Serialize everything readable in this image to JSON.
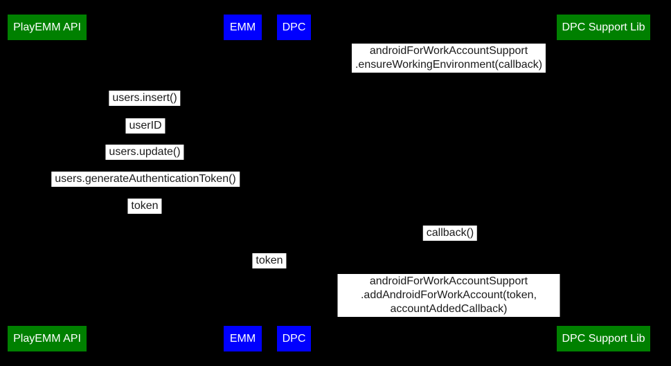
{
  "colors": {
    "background": "#000000",
    "actor_green": "#008000",
    "actor_blue": "#0000ff",
    "actor_text": "#ffffff",
    "label_background": "#ffffff",
    "label_text": "#1a1a1a"
  },
  "actors": {
    "playemm": {
      "label": "PlayEMM API"
    },
    "emm": {
      "label": "EMM"
    },
    "dpc": {
      "label": "DPC"
    },
    "dpclib": {
      "label": "DPC Support Lib"
    }
  },
  "messages": [
    {
      "between": [
        "DPC",
        "DPC Support Lib"
      ],
      "text": "androidForWorkAccountSupport\n.ensureWorkingEnvironment(callback)"
    },
    {
      "between": [
        "PlayEMM API",
        "EMM"
      ],
      "text": "users.insert()"
    },
    {
      "between": [
        "PlayEMM API",
        "EMM"
      ],
      "text": "userID"
    },
    {
      "between": [
        "PlayEMM API",
        "EMM"
      ],
      "text": "users.update()"
    },
    {
      "between": [
        "PlayEMM API",
        "EMM"
      ],
      "text": "users.generateAuthenticationToken()"
    },
    {
      "between": [
        "PlayEMM API",
        "EMM"
      ],
      "text": "token"
    },
    {
      "between": [
        "DPC",
        "DPC Support Lib"
      ],
      "text": "callback()"
    },
    {
      "between": [
        "EMM",
        "DPC"
      ],
      "text": "token"
    },
    {
      "between": [
        "DPC",
        "DPC Support Lib"
      ],
      "text": "androidForWorkAccountSupport\n.addAndroidForWorkAccount(token, accountAddedCallback)"
    }
  ]
}
